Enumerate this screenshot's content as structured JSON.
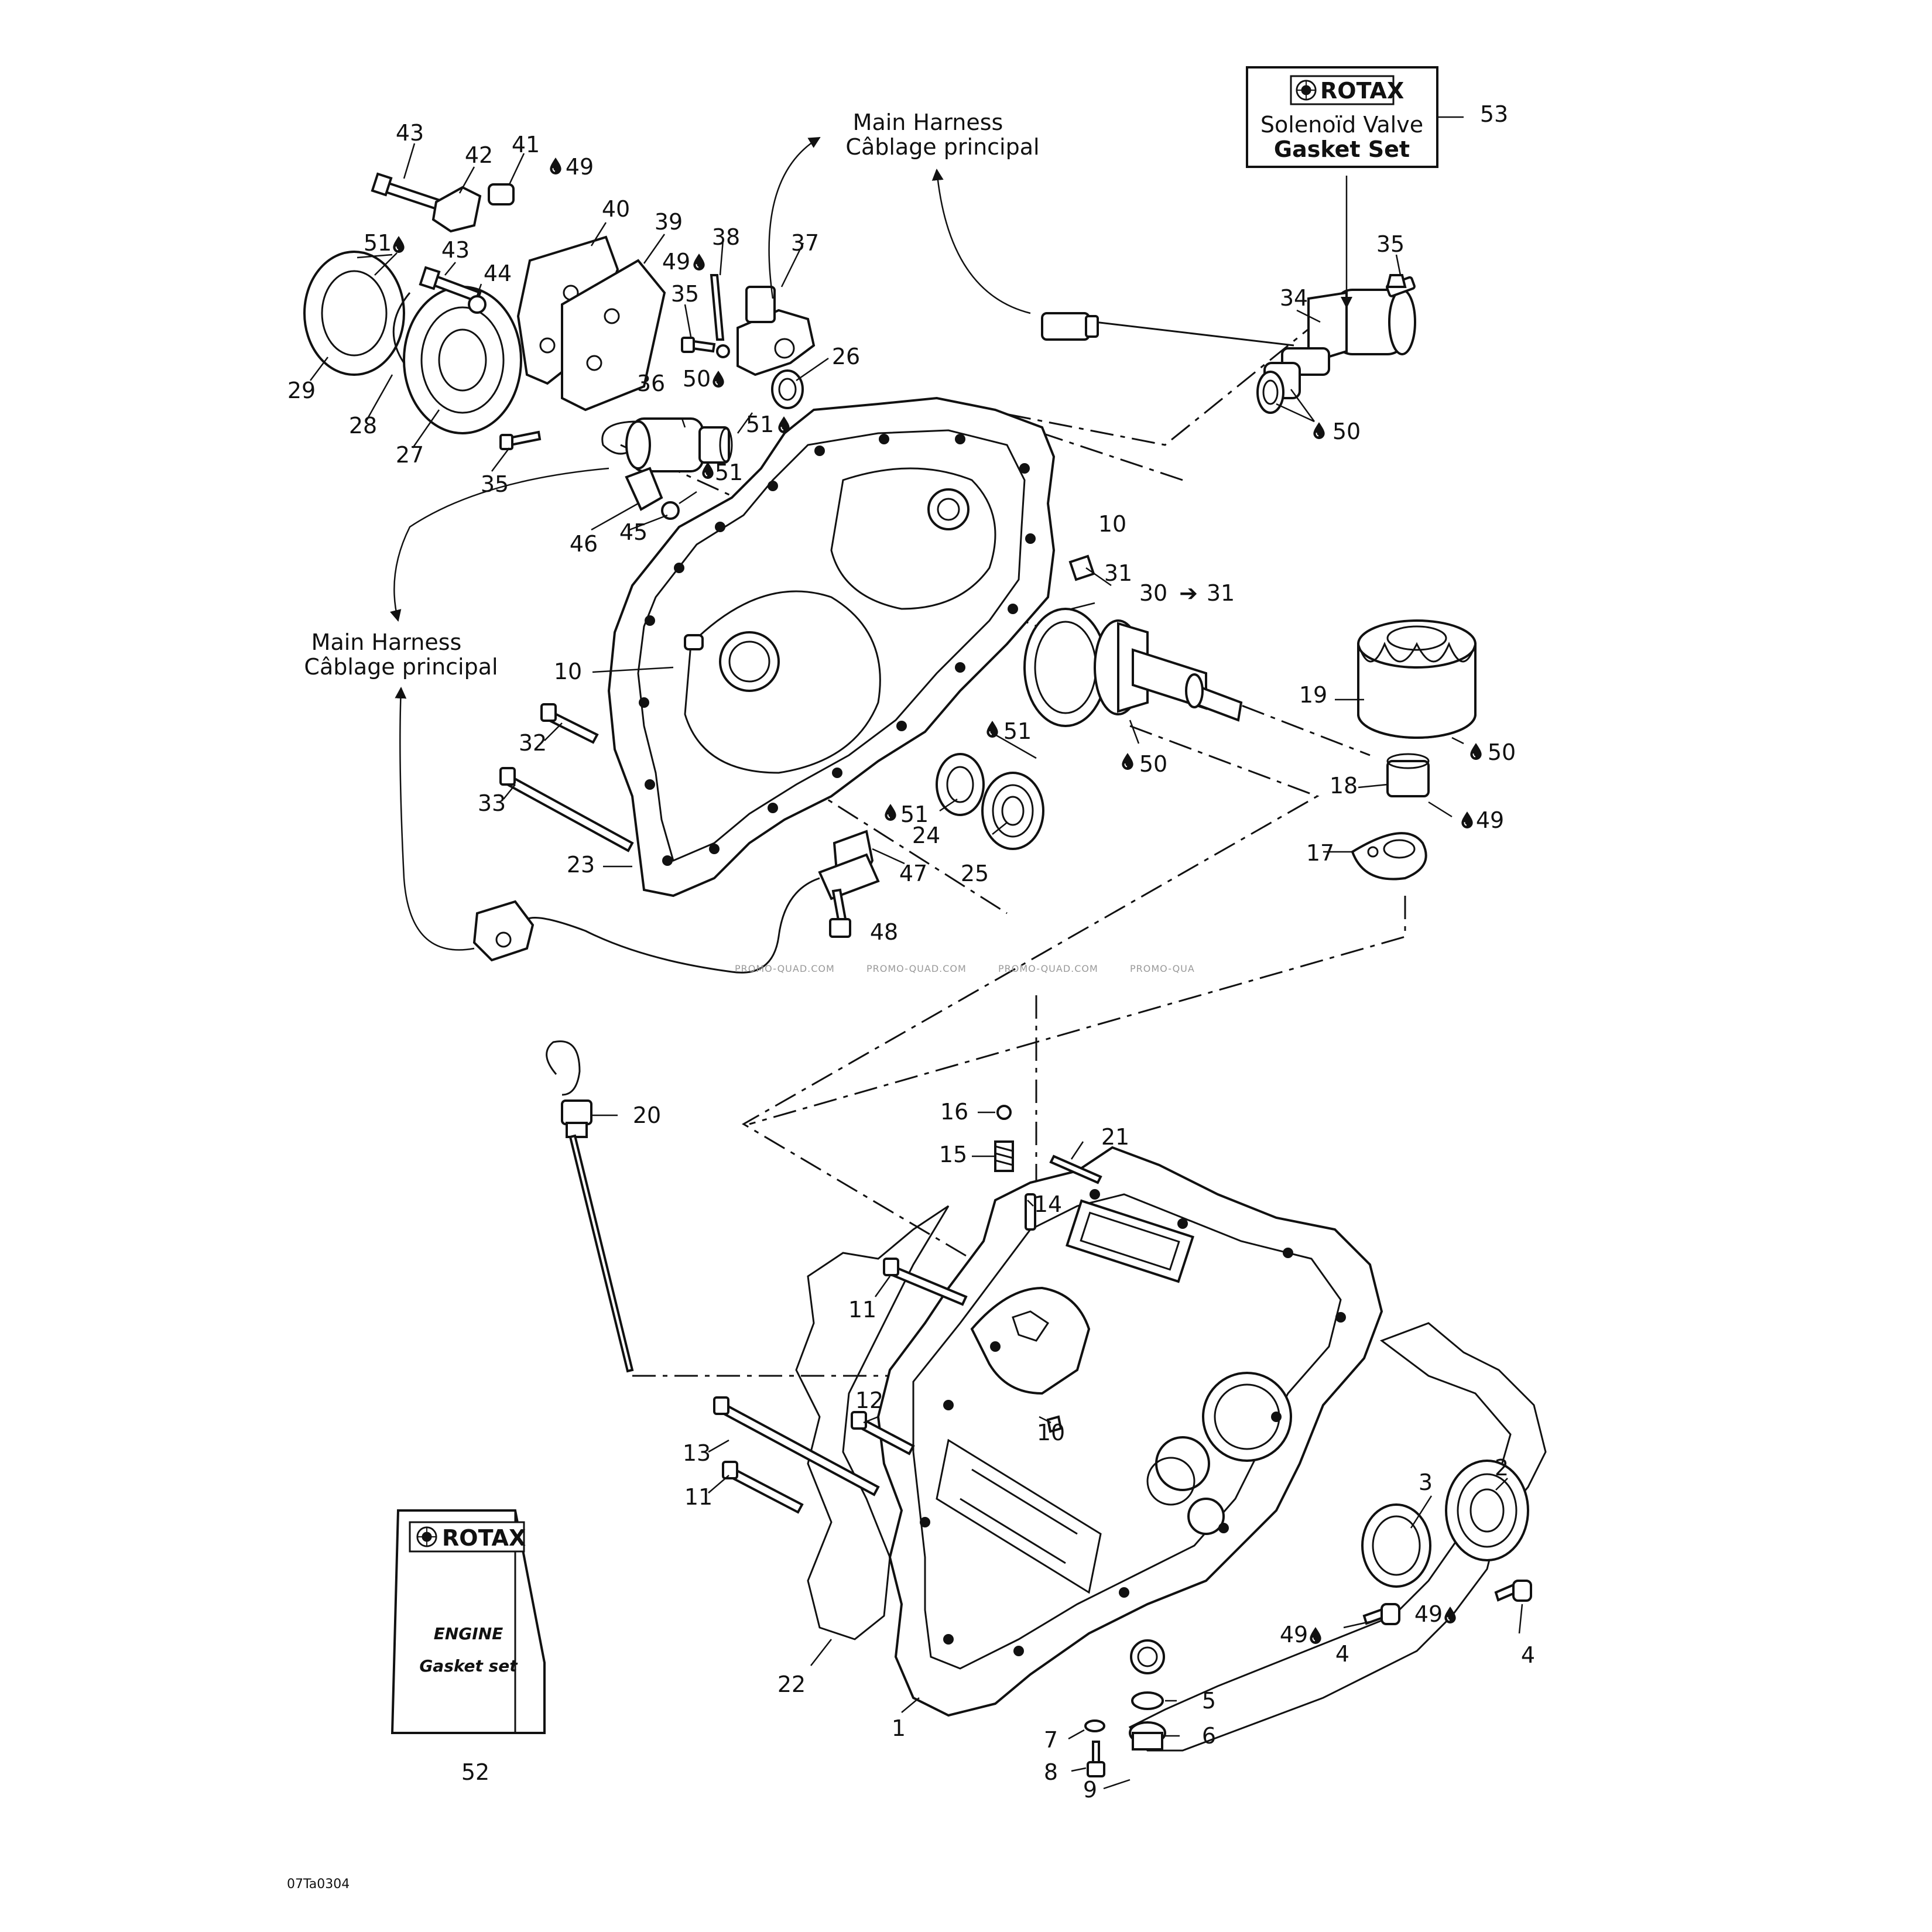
{
  "harness_labels": [
    {
      "line1": "Main Harness",
      "line2": "Câblage principal"
    },
    {
      "line1": "Main Harness",
      "line2": "Câblage principal"
    }
  ],
  "solenoid_kit": {
    "brand": "ROTAX",
    "line1": "Solenoïd Valve",
    "line2": "Gasket Set",
    "ref": "53"
  },
  "engine_kit": {
    "brand": "ROTAX",
    "line1": "ENGINE",
    "line2": "Gasket set",
    "ref": "52"
  },
  "watermarks": [
    "PROMO-QUAD.COM",
    "PROMO-QUAD.COM",
    "PROMO-QUAD.COM",
    "PROMO-QUA"
  ],
  "drawing_code": "07Ta0304",
  "arrow_glyph": "➔",
  "callouts": {
    "c43a": "43",
    "c42": "42",
    "c41": "41",
    "c49a": "49",
    "c40": "40",
    "c39": "39",
    "c38": "38",
    "c37": "37",
    "c51a": "51",
    "c43b": "43",
    "c44": "44",
    "c49b": "49",
    "c35a": "35",
    "c50a": "50",
    "c36": "36",
    "c26": "26",
    "c51b": "51",
    "c29": "29",
    "c28": "28",
    "c27": "27",
    "c35b": "35",
    "c46": "46",
    "c45": "45",
    "c51c": "51",
    "c35c": "35",
    "c34": "34",
    "c50b": "50",
    "c10a": "10",
    "c31": "31",
    "c30": "30",
    "c31b": "31",
    "c10b": "10",
    "c32": "32",
    "c33": "33",
    "c51d": "51",
    "c51e": "51",
    "c24": "24",
    "c25": "25",
    "c50c": "50",
    "c19": "19",
    "c50d": "50",
    "c18": "18",
    "c49c": "49",
    "c17": "17",
    "c23": "23",
    "c47": "47",
    "c48": "48",
    "c20": "20",
    "c16": "16",
    "c15": "15",
    "c21": "21",
    "c14": "14",
    "c11a": "11",
    "c12": "12",
    "c10c": "10",
    "c13": "13",
    "c11b": "11",
    "c3": "3",
    "c2": "2",
    "c49d": "49",
    "c49e": "49",
    "c4a": "4",
    "c4b": "4",
    "c5": "5",
    "c6": "6",
    "c7": "7",
    "c8": "8",
    "c9": "9",
    "c1": "1",
    "c22": "22"
  }
}
